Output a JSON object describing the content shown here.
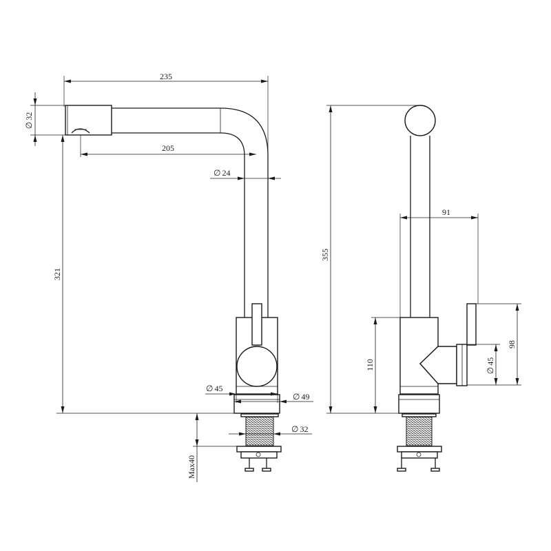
{
  "dimensions": {
    "spout_reach": "235",
    "spout_outlet_diameter": "32",
    "spout_inner_reach": "205",
    "spout_tube_diameter": "24",
    "total_height_front": "321",
    "handle_diameter": "45",
    "base_diameter": "49",
    "shank_diameter": "32",
    "max_deck_thickness": "Max40",
    "total_height_side": "355",
    "column_offset": "91",
    "body_height": "110",
    "lever_height": "98",
    "lever_diameter": "45"
  },
  "symbols": {
    "diameter": "∅"
  }
}
